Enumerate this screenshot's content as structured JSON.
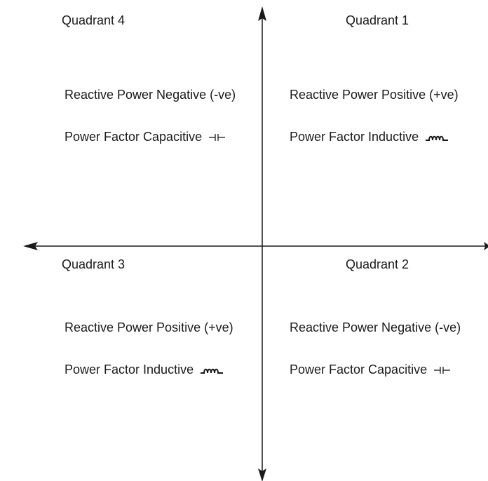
{
  "quadrants": {
    "q4": {
      "title": "Quadrant 4",
      "reactive": "Reactive Power Negative (-ve)",
      "pf": "Power Factor Capacitive",
      "pf_symbol_icon": "capacitor-icon"
    },
    "q1": {
      "title": "Quadrant 1",
      "reactive": "Reactive Power Positive  (+ve)",
      "pf": "Power Factor Inductive",
      "pf_symbol_icon": "inductor-icon"
    },
    "q3": {
      "title": "Quadrant 3",
      "reactive": "Reactive Power Positive  (+ve)",
      "pf": "Power Factor Inductive",
      "pf_symbol_icon": "inductor-icon"
    },
    "q2": {
      "title": "Quadrant 2",
      "reactive": "Reactive Power Negative (-ve)",
      "pf": "Power Factor Capacitive",
      "pf_symbol_icon": "capacitor-icon"
    }
  },
  "colors": {
    "line": "#1a1a1a",
    "text": "#1a1a1a",
    "background": "#ffffff"
  }
}
